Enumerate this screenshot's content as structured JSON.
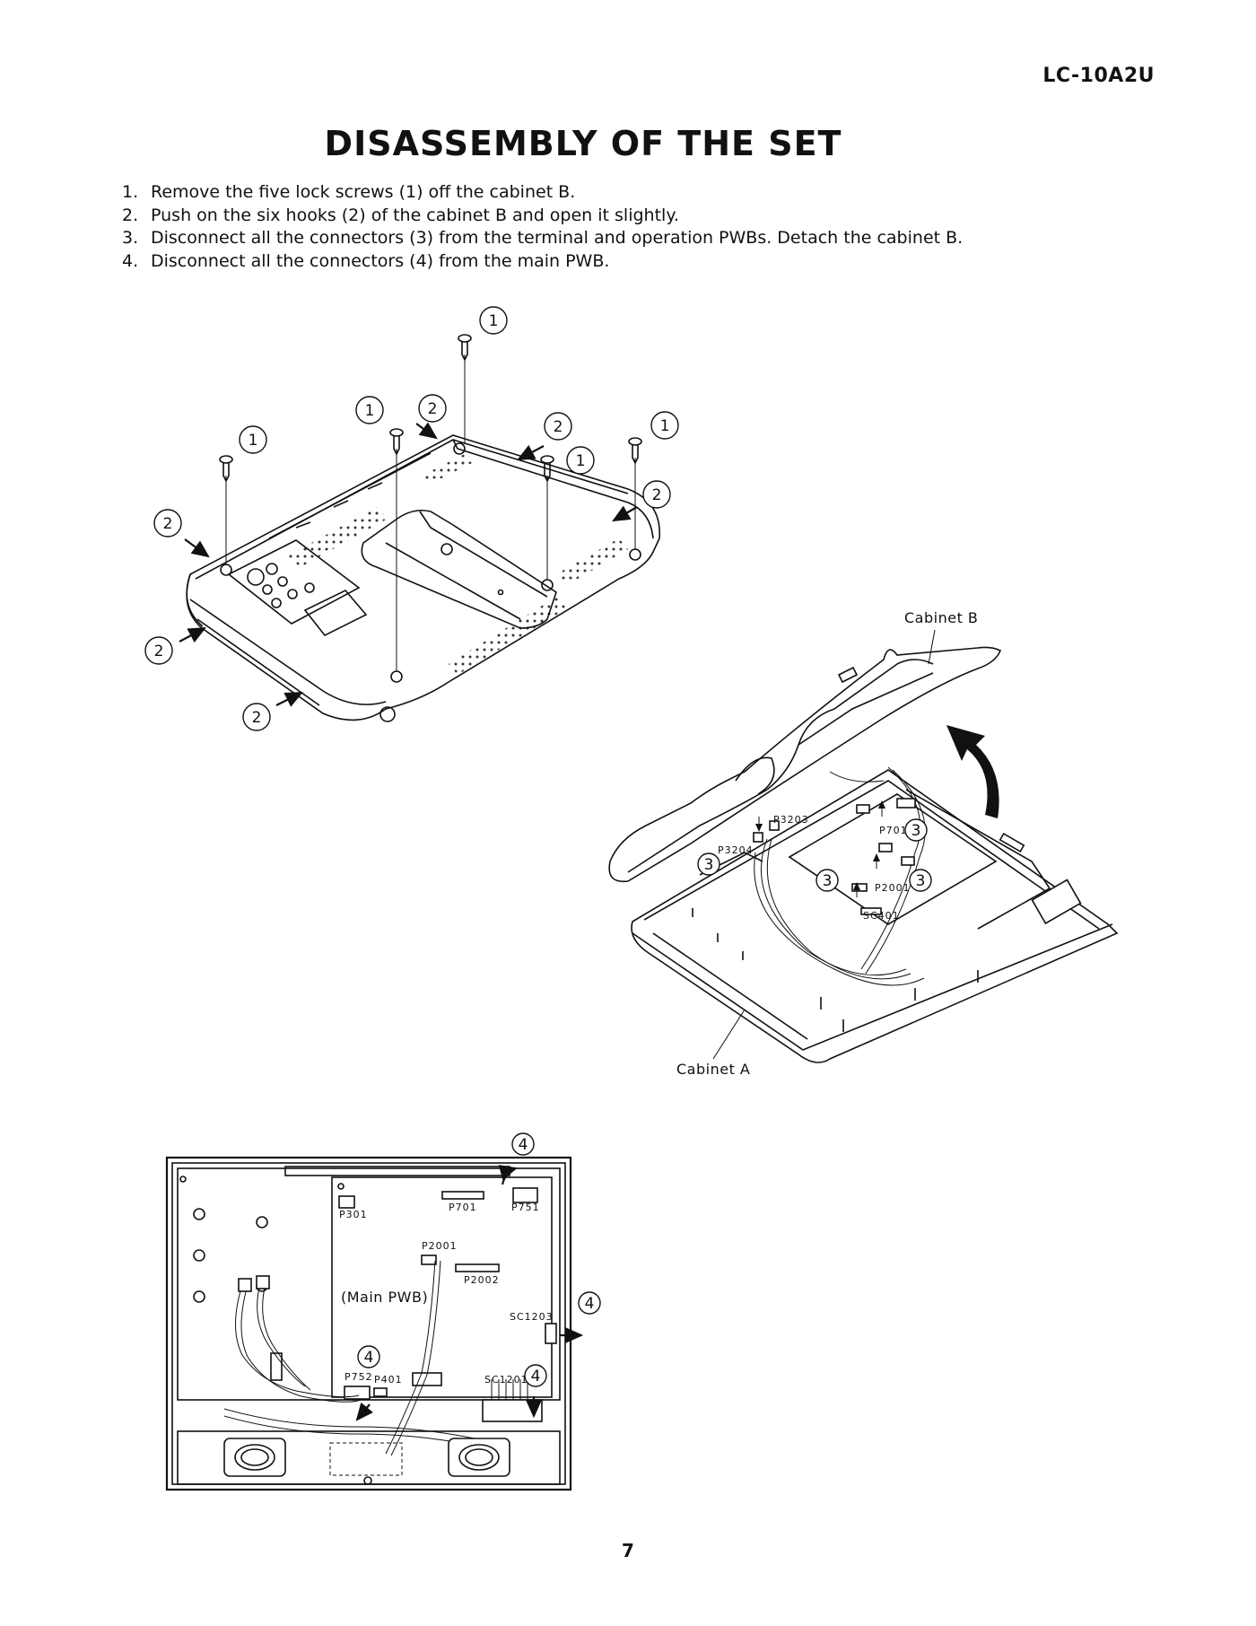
{
  "header": {
    "model": "LC-10A2U"
  },
  "title": "DISASSEMBLY OF THE SET",
  "steps": [
    {
      "num": "1.",
      "text": "Remove the five lock screws (1) off the cabinet B."
    },
    {
      "num": "2.",
      "text": "Push on the six hooks (2) of the cabinet B and open it slightly."
    },
    {
      "num": "3.",
      "text": "Disconnect all the connectors (3) from the terminal and operation PWBs. Detach the cabinet B."
    },
    {
      "num": "4.",
      "text": "Disconnect all the connectors (4) from the main PWB."
    }
  ],
  "figure1": {
    "callout_screw": "1",
    "callout_hook": "2"
  },
  "figure2": {
    "label_cabinet_b": "Cabinet B",
    "label_cabinet_a": "Cabinet A",
    "callout": "3",
    "connectors": {
      "p3203": "P3203",
      "p3204": "P3204",
      "p701": "P701",
      "p2001": "P2001",
      "sc401": "SC401"
    }
  },
  "figure3": {
    "callout": "4",
    "label_main_pwb": "(Main PWB)",
    "connectors": {
      "p301": "P301",
      "p701": "P701",
      "p751": "P751",
      "p2001": "P2001",
      "p2002": "P2002",
      "sc1203": "SC1203",
      "p752": "P752",
      "p401": "P401",
      "sc1201": "SC1201"
    }
  },
  "footer": {
    "page_number": "7"
  }
}
